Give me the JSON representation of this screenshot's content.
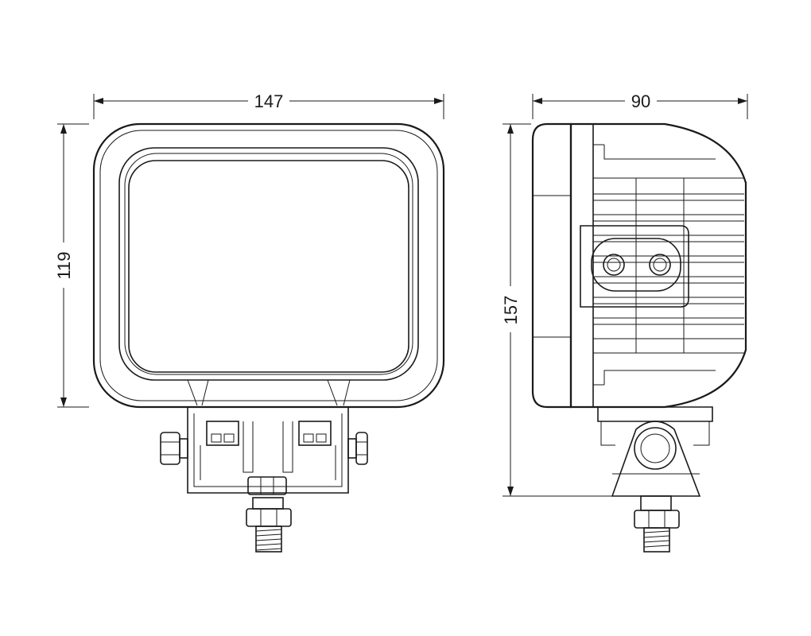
{
  "dimensions": {
    "front_width": "147",
    "front_height": "119",
    "side_depth": "90",
    "side_height": "157"
  },
  "colors": {
    "line": "#1a1a1a",
    "background": "#ffffff"
  }
}
